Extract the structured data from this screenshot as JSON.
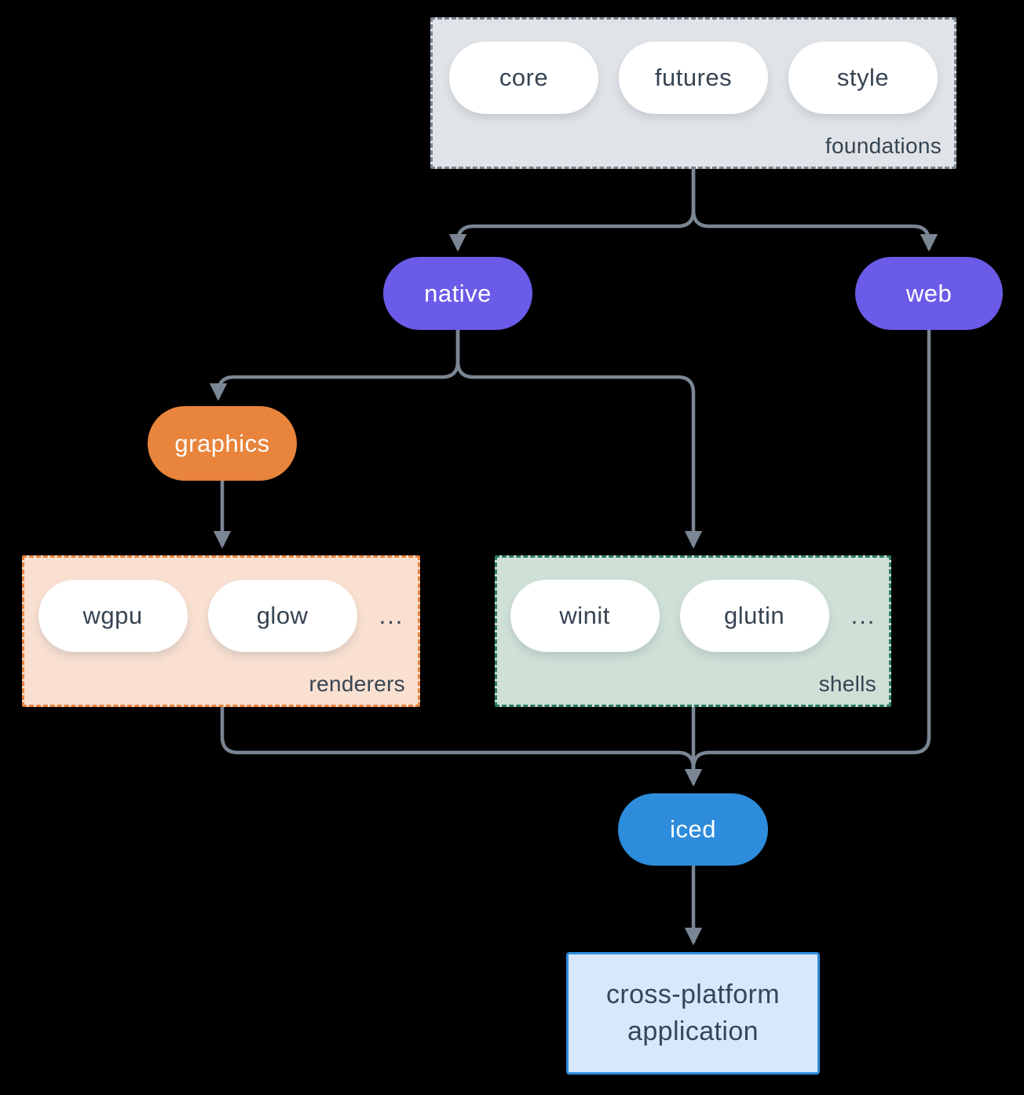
{
  "colors": {
    "background": "#000000",
    "connector": "#7A8694",
    "text_dark": "#364452",
    "node_purple": "#6A5BE8",
    "node_orange": "#E8843C",
    "node_blue": "#2D8CDB",
    "foundations_fill": "#E0E4E8",
    "foundations_border": "#7A8593",
    "renderers_fill": "#F9E0D1",
    "renderers_border": "#E8833B",
    "shells_fill": "#CFE0D7",
    "shells_border": "#2A7A66",
    "app_fill": "#D6E8F9",
    "app_border": "#2D8CDB"
  },
  "diagram": {
    "foundations": {
      "label": "foundations",
      "pills": [
        "core",
        "futures",
        "style"
      ]
    },
    "nodes": {
      "native": "native",
      "web": "web",
      "graphics": "graphics",
      "iced": "iced"
    },
    "renderers": {
      "label": "renderers",
      "pills": [
        "wgpu",
        "glow"
      ],
      "ellipsis": "..."
    },
    "shells": {
      "label": "shells",
      "pills": [
        "winit",
        "glutin"
      ],
      "ellipsis": "..."
    },
    "app": {
      "line1": "cross-platform",
      "line2": "application"
    }
  }
}
